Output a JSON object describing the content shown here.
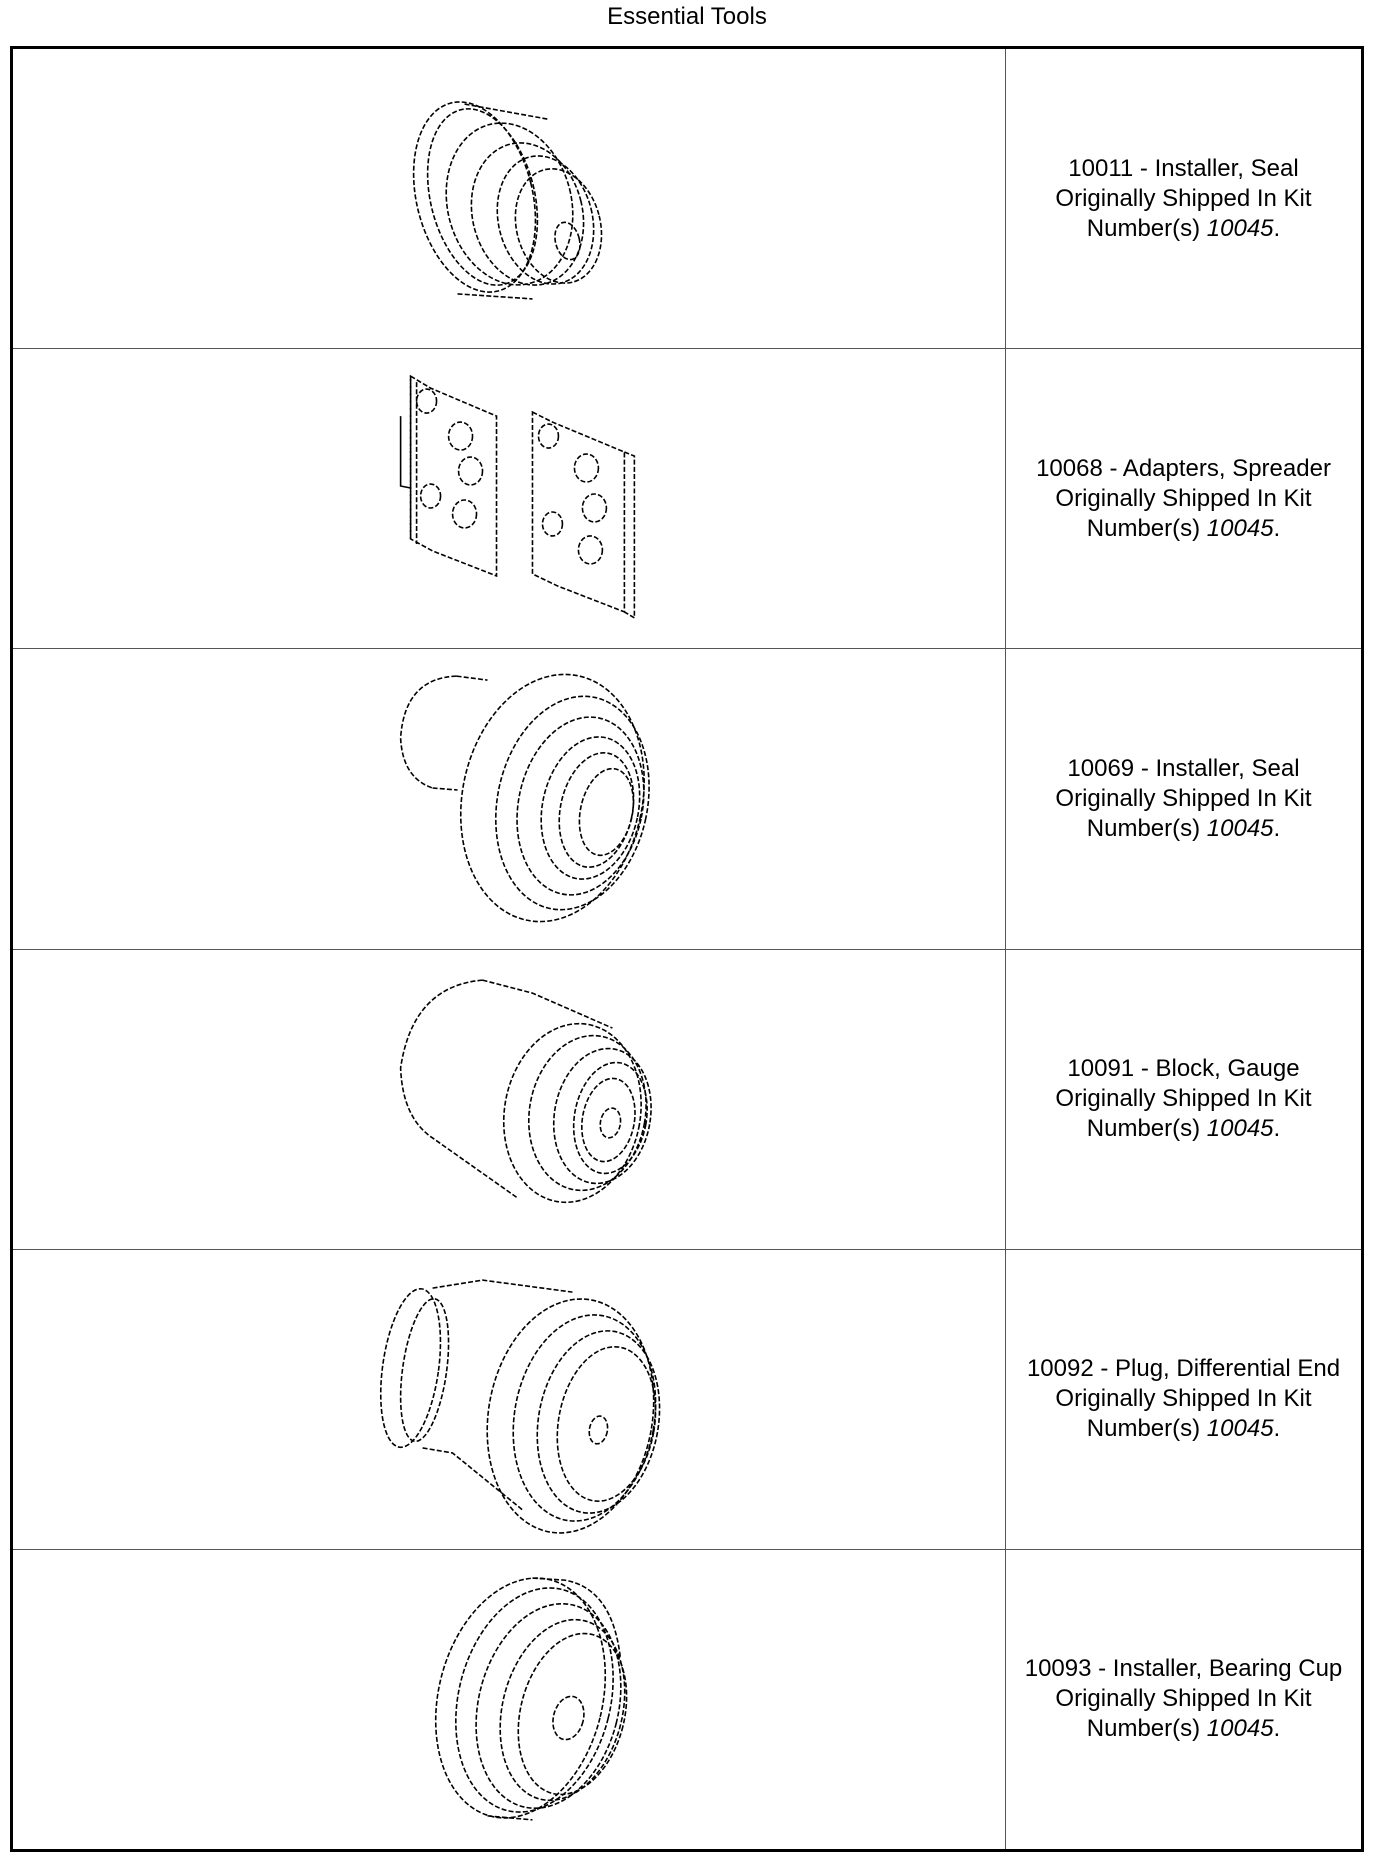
{
  "title": "Essential Tools",
  "tools": [
    {
      "name": "10011 - Installer, Seal",
      "shipped_prefix": "Originally Shipped In Kit",
      "number_prefix": "Number(s)",
      "kit": "10045",
      "period": ".",
      "icon": "seal-installer-drawing"
    },
    {
      "name": "10068 - Adapters, Spreader",
      "shipped_prefix": "Originally Shipped In Kit",
      "number_prefix": "Number(s)",
      "kit": "10045",
      "period": ".",
      "icon": "spreader-adapters-drawing"
    },
    {
      "name": "10069 - Installer, Seal",
      "shipped_prefix": "Originally Shipped In Kit",
      "number_prefix": "Number(s)",
      "kit": "10045",
      "period": ".",
      "icon": "seal-installer-drawing"
    },
    {
      "name": "10091 - Block, Gauge",
      "shipped_prefix": "Originally Shipped In Kit",
      "number_prefix": "Number(s)",
      "kit": "10045",
      "period": ".",
      "icon": "gauge-block-drawing"
    },
    {
      "name": "10092 - Plug, Differential End",
      "shipped_prefix": "Originally Shipped In Kit",
      "number_prefix": "Number(s)",
      "kit": "10045",
      "period": ".",
      "icon": "differential-plug-drawing"
    },
    {
      "name": "10093 - Installer, Bearing Cup",
      "shipped_prefix": "Originally Shipped In Kit",
      "number_prefix": "Number(s)",
      "kit": "10045",
      "period": ".",
      "icon": "bearing-cup-installer-drawing"
    }
  ]
}
